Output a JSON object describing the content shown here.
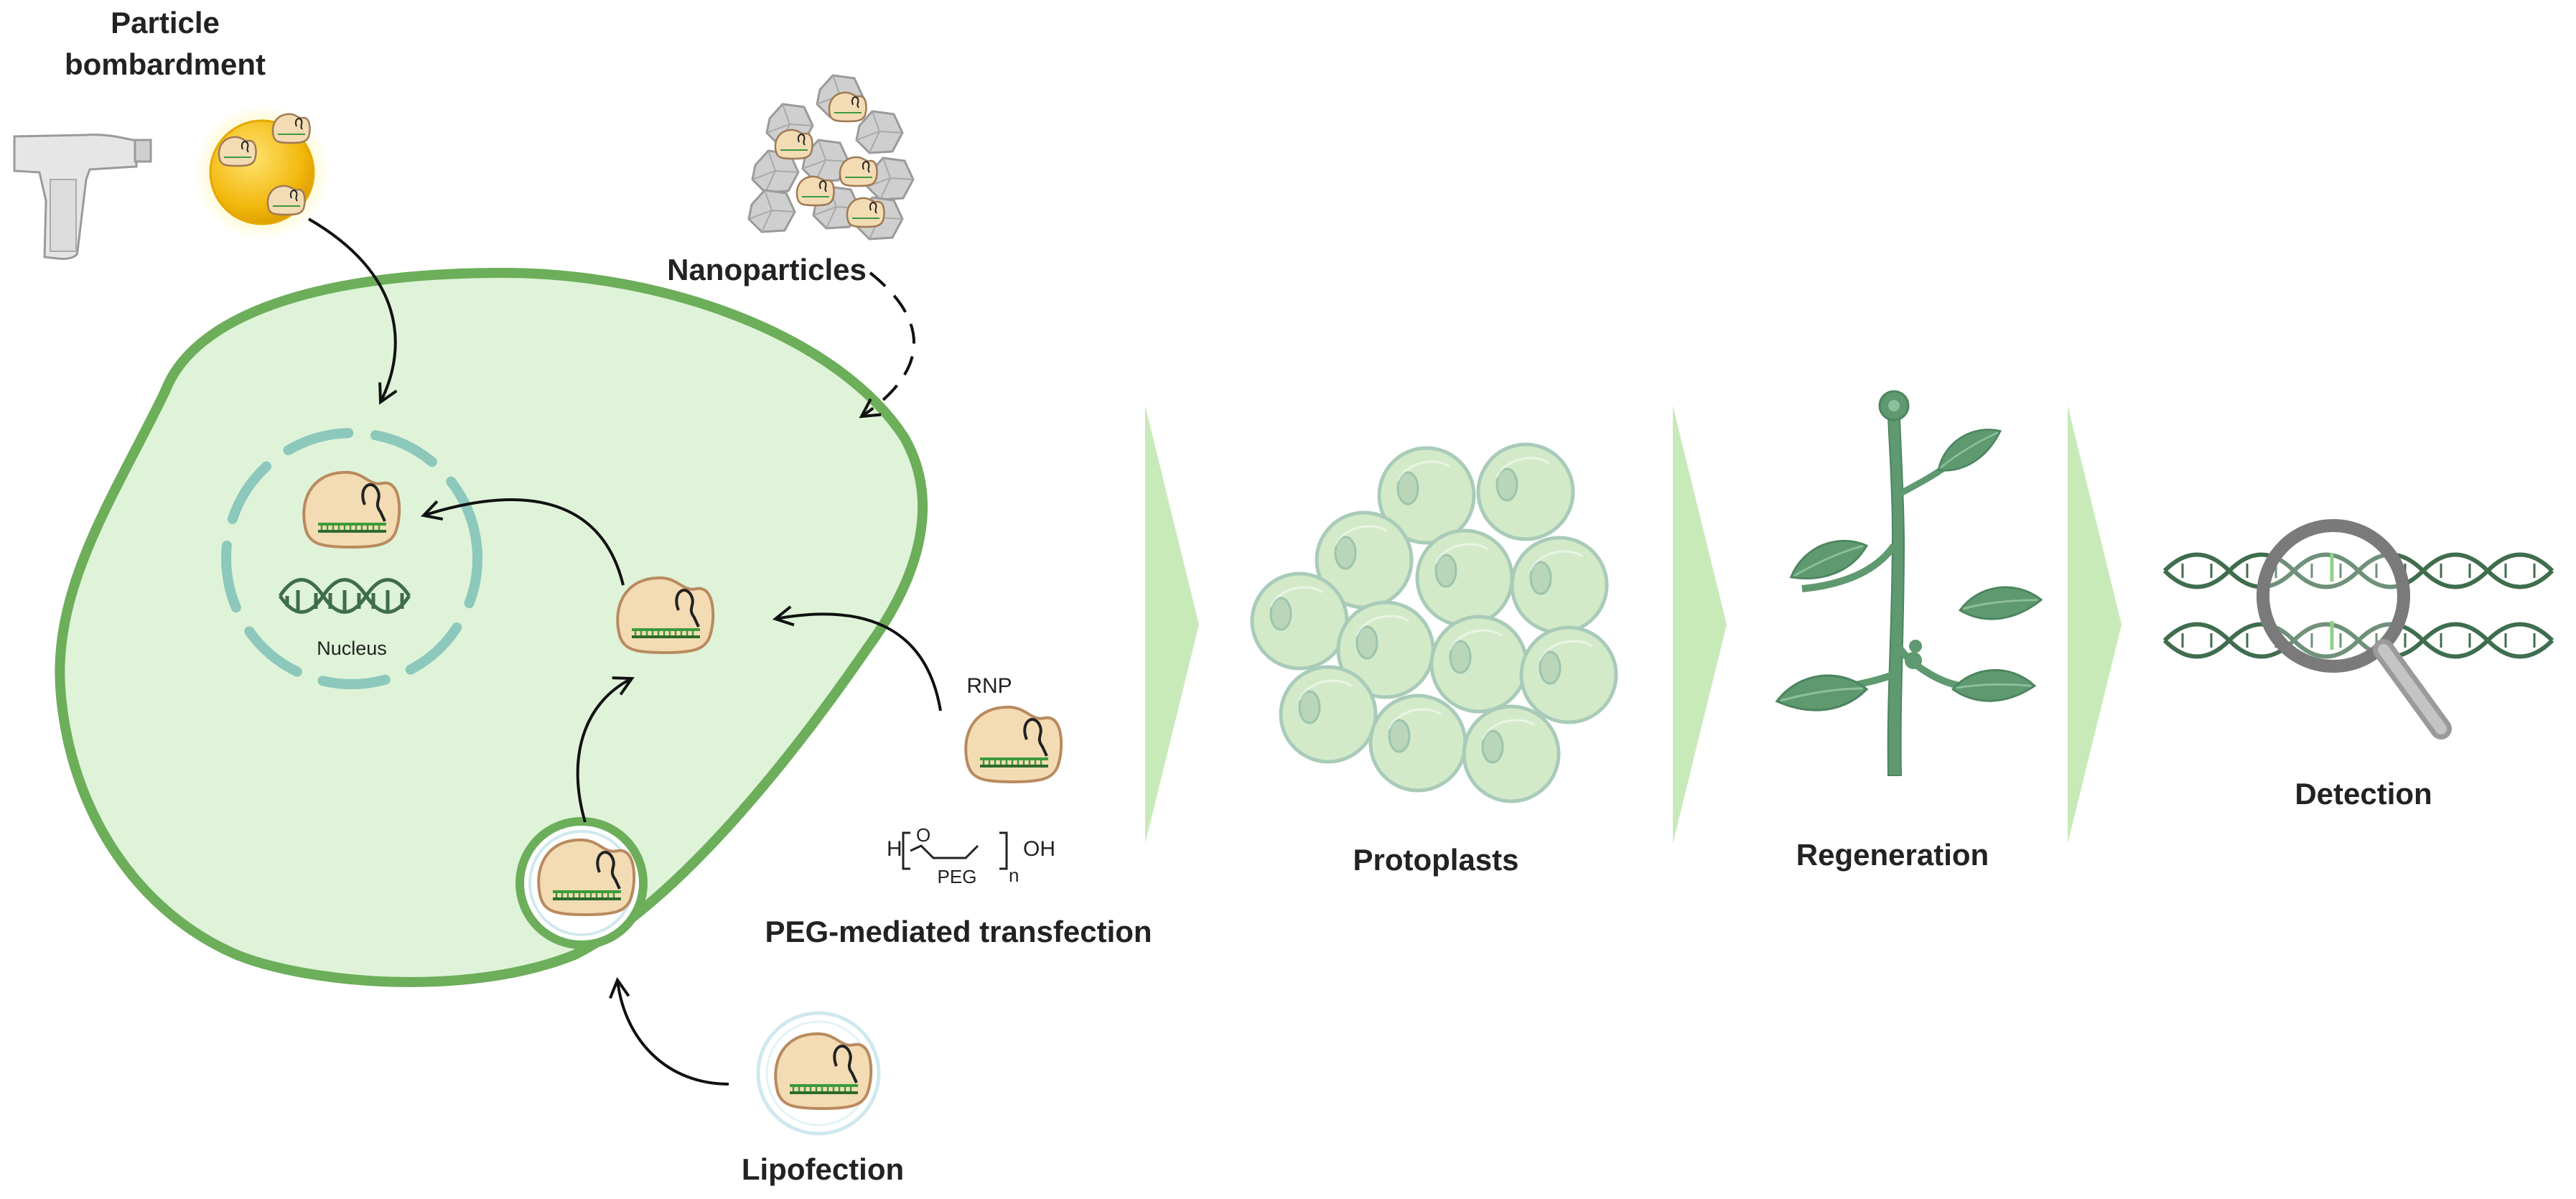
{
  "labels": {
    "particle_bombardment_line1": "Particle",
    "particle_bombardment_line2": "bombardment",
    "nanoparticles": "Nanoparticles",
    "nucleus": "Nucleus",
    "rnp": "RNP",
    "peg_h": "H",
    "peg_o": "O",
    "peg_oh": "OH",
    "peg_n": "n",
    "peg": "PEG",
    "peg_transfection": "PEG-mediated transfection",
    "lipofection": "Lipofection",
    "protoplasts": "Protoplasts",
    "regeneration": "Regeneration",
    "detection": "Detection"
  },
  "colors": {
    "cell_fill": "#dff3d8",
    "cell_border": "#6cae5a",
    "nucleus_border": "#8cc8bb",
    "rnp_fill": "#f3dcb4",
    "rnp_border": "#c89a6a",
    "guide_rna": "#3c9a3c",
    "step_arrow": "#c8eab8",
    "protoplast_fill": "#d3eac8",
    "protoplast_border": "#a9cbb9",
    "plant": "#5e9970",
    "dna": "#3f6d4e",
    "magnifier": "#7a7a7a"
  }
}
